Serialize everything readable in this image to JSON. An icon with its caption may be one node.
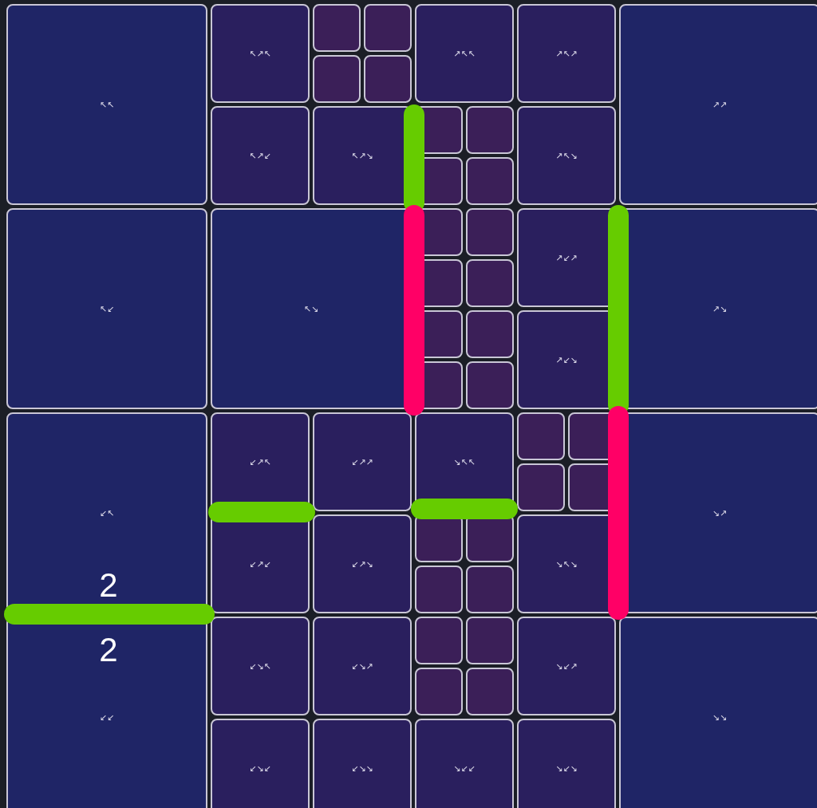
{
  "diagram": {
    "nodes": [
      {
        "text": [
          "↖↖"
        ]
      },
      {
        "text": [
          "↖↗↖"
        ]
      },
      {
        "text": [],
        "shape": "box"
      },
      {
        "text": [],
        "shape": "box"
      },
      {
        "text": [
          "↗↖↖"
        ]
      },
      {
        "text": [
          "↗↖↗"
        ]
      },
      {
        "text": [
          "↗↗"
        ]
      },
      {
        "text": [],
        "shape": "box"
      },
      {
        "text": [],
        "shape": "box"
      },
      {
        "text": [
          "↖↗↙"
        ]
      },
      {
        "text": [
          "↖↗↘"
        ]
      },
      {
        "text": [],
        "shape": "box"
      },
      {
        "text": [],
        "shape": "box"
      },
      {
        "text": [
          "↗↖↘"
        ]
      },
      {
        "text": [],
        "shape": "box"
      },
      {
        "text": [],
        "shape": "box"
      },
      {
        "text": [
          "↖↙"
        ]
      },
      {
        "text": [
          "↖↘"
        ]
      },
      {
        "text": [],
        "shape": "box"
      },
      {
        "text": [],
        "shape": "box"
      },
      {
        "text": [
          "↗↙↗"
        ]
      },
      {
        "text": [
          "↗↘"
        ]
      },
      {
        "text": [],
        "shape": "box"
      },
      {
        "text": [],
        "shape": "box"
      },
      {
        "text": [],
        "shape": "box"
      },
      {
        "text": [],
        "shape": "box"
      },
      {
        "text": [
          "↗↙↘"
        ]
      },
      {
        "text": [],
        "shape": "box"
      },
      {
        "text": [],
        "shape": "box"
      },
      {
        "text": [
          "↙↖"
        ]
      },
      {
        "text": [
          "↙↗↖"
        ]
      },
      {
        "text": [
          "↙↗↗"
        ]
      },
      {
        "text": [
          "↘↖↖"
        ]
      },
      {
        "text": [],
        "shape": "box"
      },
      {
        "text": [],
        "shape": "box"
      },
      {
        "text": [
          "↘↗"
        ]
      },
      {
        "text": [],
        "shape": "box"
      },
      {
        "text": [],
        "shape": "box"
      },
      {
        "text": [
          "↙↗↙"
        ]
      },
      {
        "text": [
          "↙↗↘"
        ]
      },
      {
        "text": [],
        "shape": "box"
      },
      {
        "text": [],
        "shape": "box"
      },
      {
        "text": [
          "↘↖↘"
        ]
      },
      {
        "text": [],
        "shape": "box"
      },
      {
        "text": [],
        "shape": "box"
      },
      {
        "text": [
          "↙↙"
        ]
      },
      {
        "text": [
          "↙↘↖"
        ]
      },
      {
        "text": [
          "↙↘↗"
        ]
      },
      {
        "text": [],
        "shape": "box"
      },
      {
        "text": [],
        "shape": "box"
      },
      {
        "text": [
          "↘↙↗"
        ]
      },
      {
        "text": [
          "↘↘"
        ]
      },
      {
        "text": [],
        "shape": "box"
      },
      {
        "text": [],
        "shape": "box"
      },
      {
        "text": [
          "↙↘↙"
        ]
      },
      {
        "text": [
          "↙↘↘"
        ]
      },
      {
        "text": [
          "↘↙↙"
        ]
      },
      {
        "text": [
          "↘↙↘"
        ]
      }
    ],
    "labels": [
      "2",
      "2"
    ]
  }
}
